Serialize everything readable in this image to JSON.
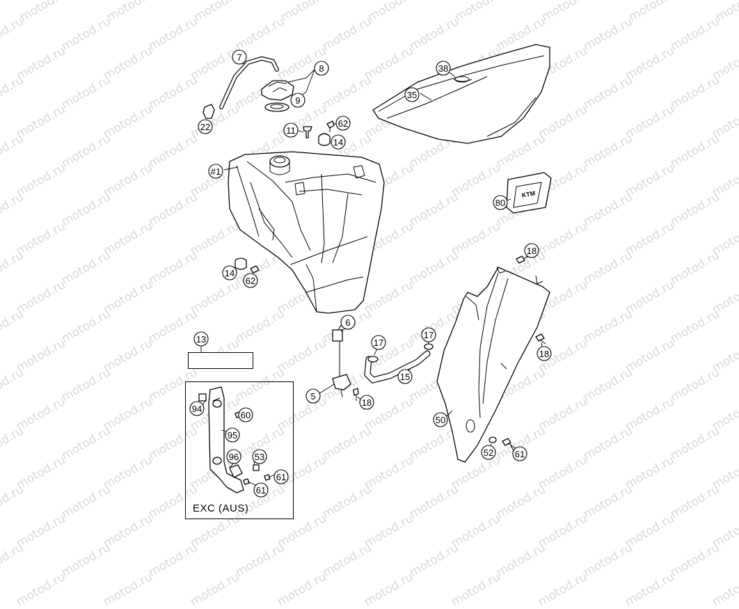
{
  "watermark": {
    "text": "motod.ru",
    "color": "#d9d9d9"
  },
  "callouts": [
    {
      "id": "7",
      "label": "7"
    },
    {
      "id": "8",
      "label": "8"
    },
    {
      "id": "9",
      "label": "9"
    },
    {
      "id": "22",
      "label": "22"
    },
    {
      "id": "11a",
      "label": "11"
    },
    {
      "id": "62a",
      "label": "62"
    },
    {
      "id": "14a",
      "label": "14"
    },
    {
      "id": "1",
      "label": "#1"
    },
    {
      "id": "14b",
      "label": "14"
    },
    {
      "id": "62b",
      "label": "62"
    },
    {
      "id": "38",
      "label": "38"
    },
    {
      "id": "35",
      "label": "35"
    },
    {
      "id": "80",
      "label": "80"
    },
    {
      "id": "18a",
      "label": "18"
    },
    {
      "id": "18b",
      "label": "18"
    },
    {
      "id": "6",
      "label": "6"
    },
    {
      "id": "17a",
      "label": "17"
    },
    {
      "id": "17b",
      "label": "17"
    },
    {
      "id": "15",
      "label": "15"
    },
    {
      "id": "5",
      "label": "5"
    },
    {
      "id": "18c",
      "label": "18"
    },
    {
      "id": "50",
      "label": "50"
    },
    {
      "id": "52",
      "label": "52"
    },
    {
      "id": "61a",
      "label": "61"
    },
    {
      "id": "13",
      "label": "13"
    },
    {
      "id": "94",
      "label": "94"
    },
    {
      "id": "60",
      "label": "60"
    },
    {
      "id": "95",
      "label": "95"
    },
    {
      "id": "96",
      "label": "96"
    },
    {
      "id": "53",
      "label": "53"
    },
    {
      "id": "61b",
      "label": "61"
    },
    {
      "id": "61c",
      "label": "61"
    }
  ],
  "kit": {
    "items": [
      "#1",
      "5",
      "11",
      "18"
    ]
  },
  "inset": {
    "label": "EXC (AUS)"
  },
  "emblem_text": "KTM"
}
